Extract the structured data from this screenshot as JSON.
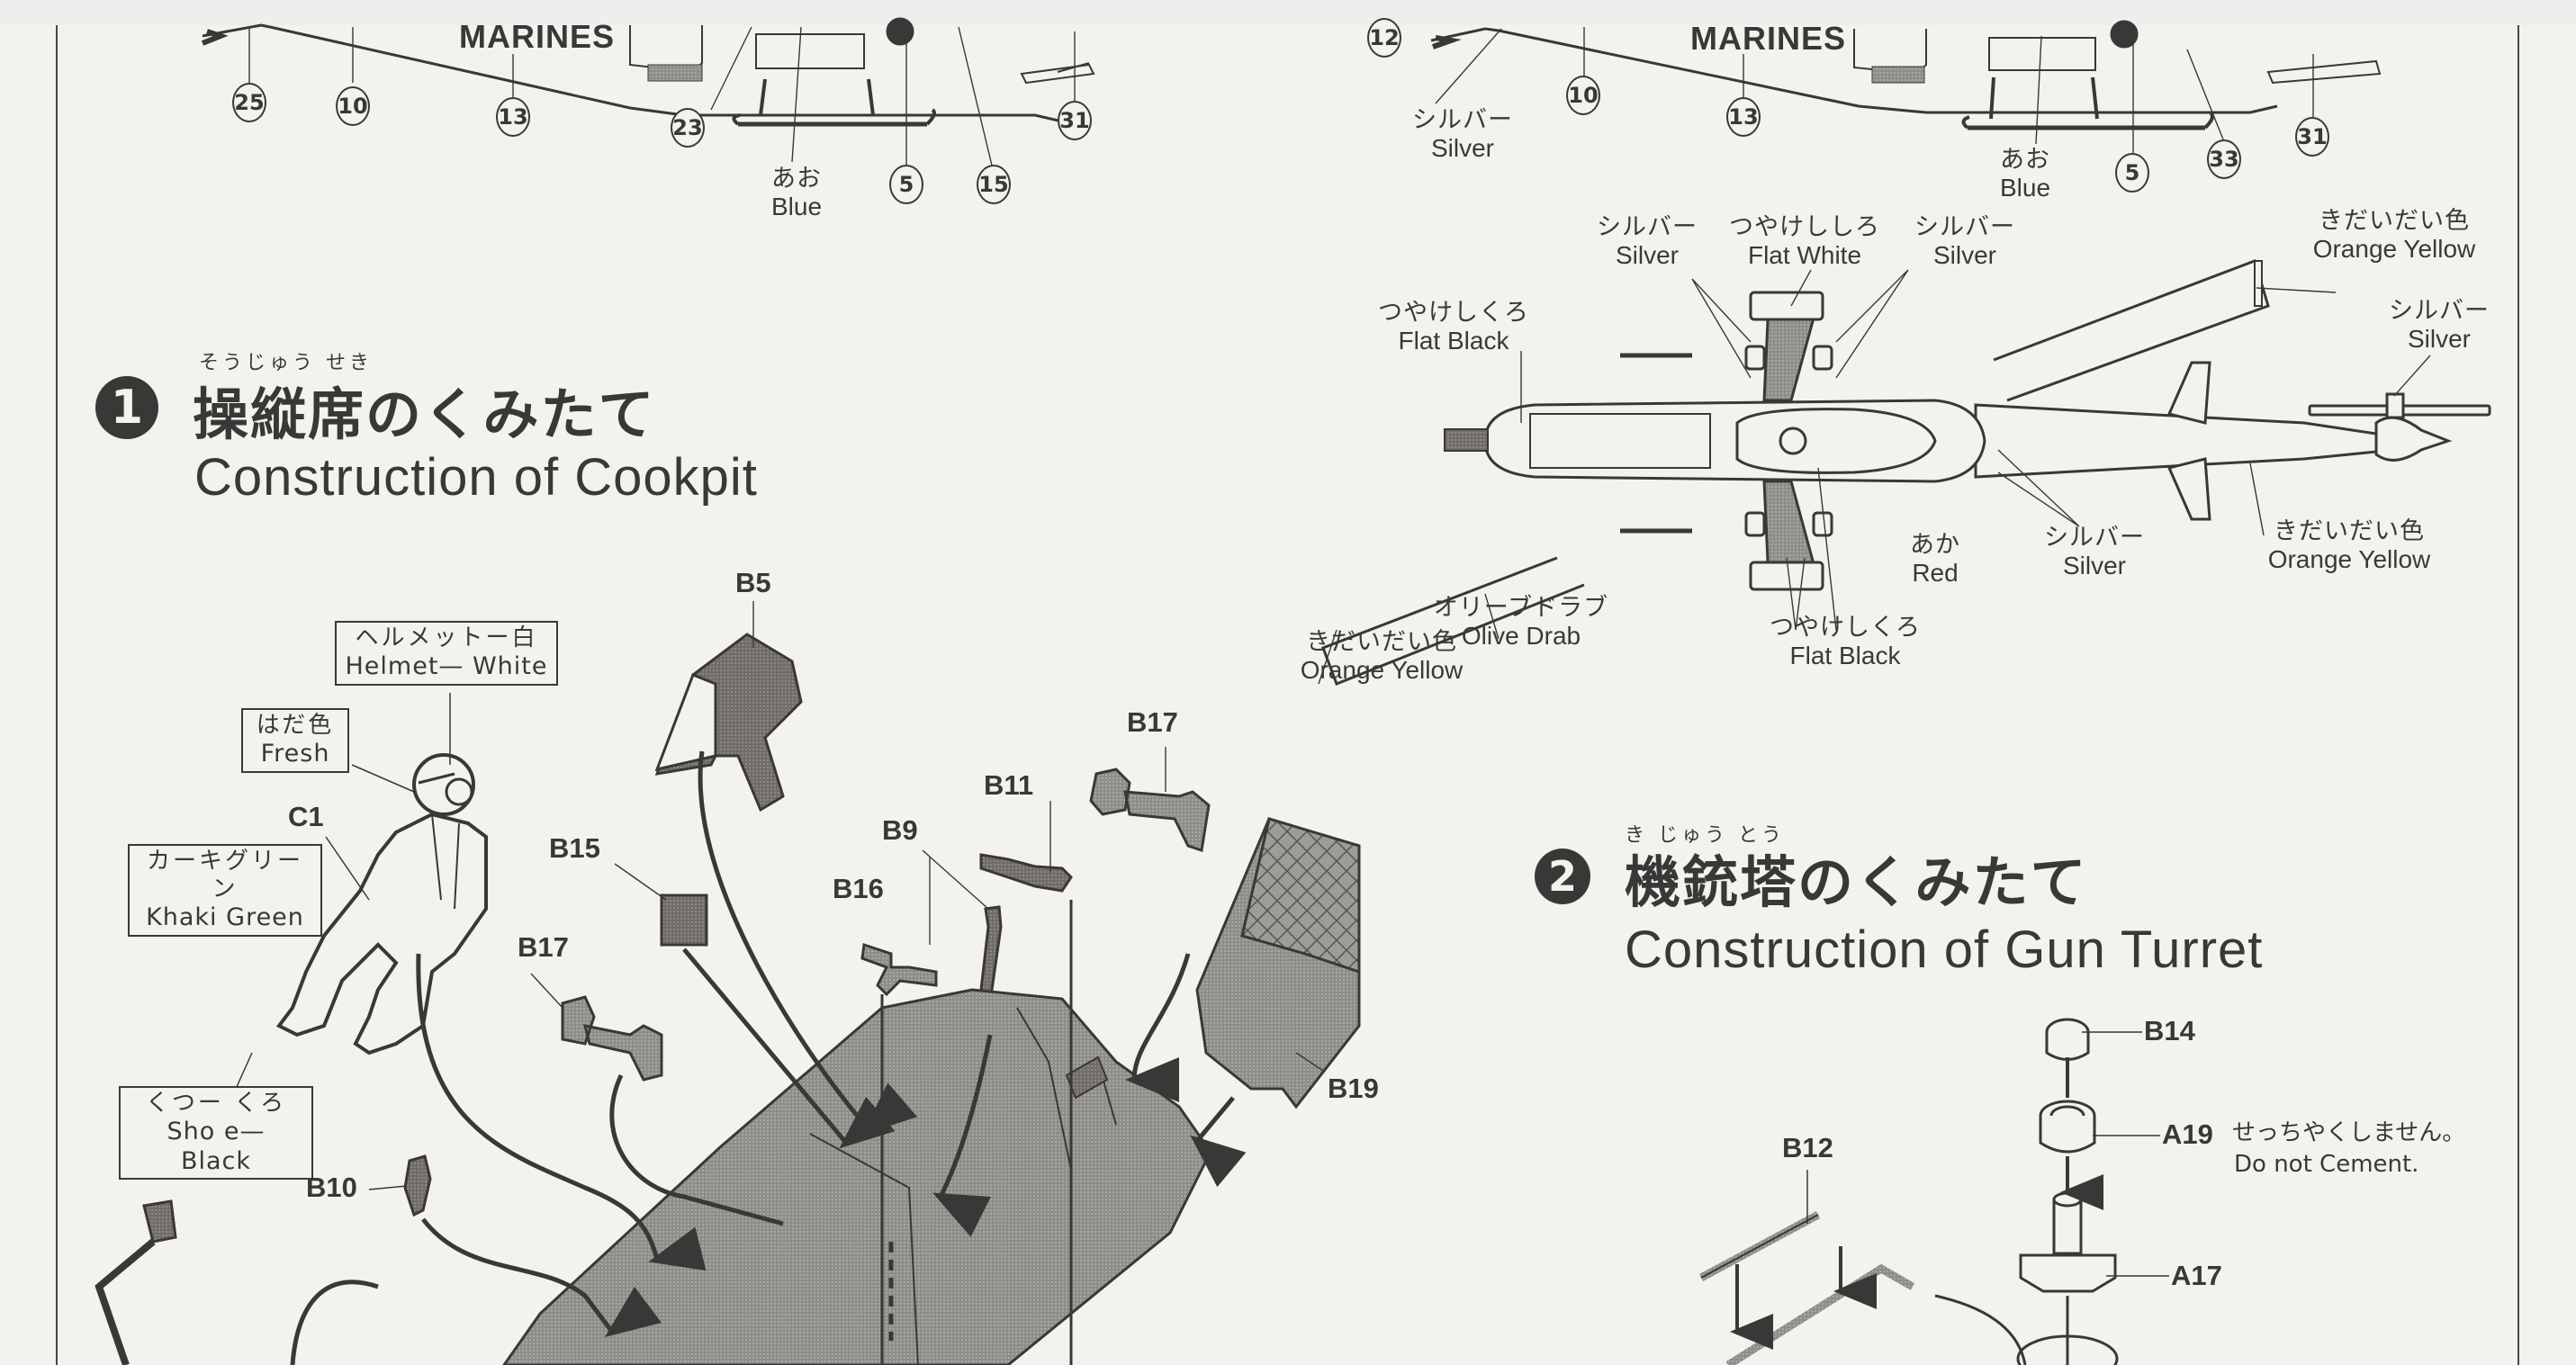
{
  "top_left_diagram": {
    "marking_text": "MARINES",
    "callouts": [
      "25",
      "10",
      "13",
      "23",
      "5",
      "15",
      "31"
    ],
    "color_label": {
      "jp": "あお",
      "en": "Blue"
    }
  },
  "top_right_diagram": {
    "marking_text": "MARINES",
    "callouts": [
      "12",
      "10",
      "13",
      "5",
      "33",
      "31"
    ],
    "color_labels": [
      {
        "jp": "シルバー",
        "en": "Silver"
      },
      {
        "jp": "あお",
        "en": "Blue"
      }
    ]
  },
  "top_view_diagram": {
    "color_labels": [
      {
        "id": "silver-left",
        "jp": "シルバー",
        "en": "Silver"
      },
      {
        "id": "flat-white",
        "jp": "つやけししろ",
        "en": "Flat White"
      },
      {
        "id": "silver-right",
        "jp": "シルバー",
        "en": "Silver"
      },
      {
        "id": "orange-yellow-top",
        "jp": "きだいだい色",
        "en": "Orange Yellow"
      },
      {
        "id": "flat-black-nose",
        "jp": "つやけしくろ",
        "en": "Flat Black"
      },
      {
        "id": "silver-rotor",
        "jp": "シルバー",
        "en": "Silver"
      },
      {
        "id": "red",
        "jp": "あか",
        "en": "Red"
      },
      {
        "id": "silver-tail",
        "jp": "シルバー",
        "en": "Silver"
      },
      {
        "id": "orange-yellow-tail",
        "jp": "きだいだい色",
        "en": "Orange Yellow"
      },
      {
        "id": "olive-drab",
        "jp": "オリーブドラブ",
        "en": "Olive Drab"
      },
      {
        "id": "orange-yellow-blade",
        "jp": "きだいだい色",
        "en": "Orange Yellow"
      },
      {
        "id": "flat-black-wing",
        "jp": "つやけしくろ",
        "en": "Flat Black"
      }
    ]
  },
  "step1": {
    "number": "1",
    "ruby": "そうじゅう せき",
    "title_jp": "操縦席のくみたて",
    "title_en": "Construction of Cookpit",
    "pilot_labels": [
      {
        "id": "helmet",
        "jp": "ヘルメットー白",
        "en": "Helmet— White"
      },
      {
        "id": "skin",
        "jp": "はだ色",
        "en": "Fresh"
      },
      {
        "id": "suit",
        "jp": "カーキグリーン",
        "en": "Khaki Green"
      },
      {
        "id": "shoe",
        "jp": "くつー くろ",
        "en": "Sho e— Black"
      }
    ],
    "parts": [
      "C1",
      "B5",
      "B15",
      "B17",
      "B16",
      "B9",
      "B11",
      "B17",
      "B19",
      "B10"
    ]
  },
  "step2": {
    "number": "2",
    "ruby": "き じゅう とう",
    "title_jp": "機銃塔のくみたて",
    "title_en": "Construction of Gun Turret",
    "parts": [
      "B14",
      "A19",
      "A17",
      "B12"
    ],
    "note": {
      "jp": "せっちやくしません。",
      "en": "Do not Cement."
    }
  }
}
